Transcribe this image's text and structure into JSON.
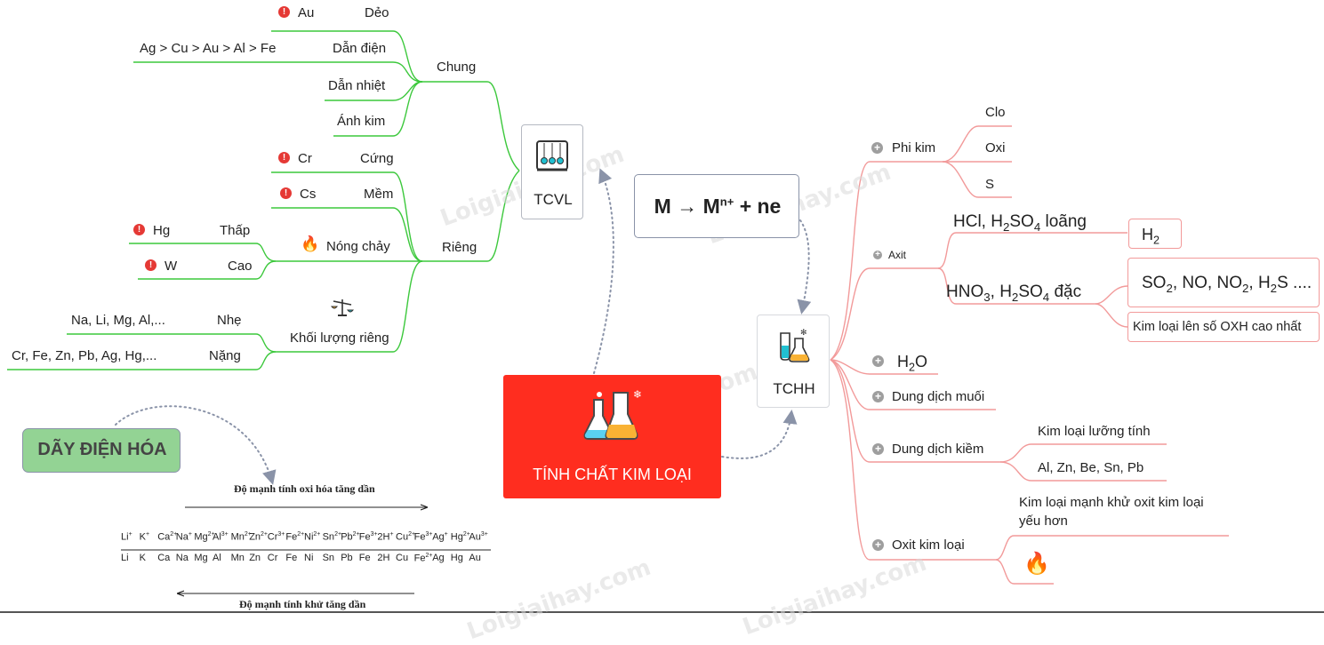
{
  "root": {
    "label": "TÍNH CHẤT KIM LOẠI",
    "color": "#ff2d1f",
    "icon": "lab-flask-icon"
  },
  "equation": {
    "lhs": "M",
    "arrow": "→",
    "ion_base": "M",
    "ion_charge": "n+",
    "rhs": "+ ne"
  },
  "tcvl": {
    "label": "TCVL",
    "chung": {
      "label": "Chung",
      "items": {
        "deo": {
          "label": "Dẻo",
          "note": "Au"
        },
        "dan_dien": {
          "label": "Dẫn điện",
          "note": "Ag > Cu > Au > Al > Fe"
        },
        "dan_nhiet": {
          "label": "Dẫn nhiệt"
        },
        "anh_kim": {
          "label": "Ánh kim"
        }
      }
    },
    "rieng": {
      "label": "Riêng",
      "cung": {
        "label": "Cứng",
        "note": "Cr"
      },
      "mem": {
        "label": "Mềm",
        "note": "Cs"
      },
      "nong_chay": {
        "label": "Nóng chảy",
        "thap": {
          "label": "Thấp",
          "note": "Hg"
        },
        "cao": {
          "label": "Cao",
          "note": "W"
        }
      },
      "khoi_luong": {
        "label": "Khối lượng riêng",
        "nhe": {
          "label": "Nhẹ",
          "note": "Na, Li, Mg, Al,..."
        },
        "nang": {
          "label": "Nặng",
          "note": "Cr, Fe, Zn, Pb, Ag, Hg,..."
        }
      }
    }
  },
  "tchh": {
    "label": "TCHH",
    "phi_kim": {
      "label": "Phi kim",
      "children": [
        "Clo",
        "Oxi",
        "S"
      ]
    },
    "axit": {
      "label": "Axit",
      "loang": {
        "prefix": "HCl, H",
        "sub1": "2",
        "mid": "SO",
        "sub2": "4",
        "suffix": " loãng"
      },
      "loang_result": {
        "base": "H",
        "sub": "2"
      },
      "dac": {
        "p1": "HNO",
        "s1": "3",
        "p2": ", H",
        "s2": "2",
        "p3": "SO",
        "s3": "4",
        "p4": " đặc"
      },
      "dac_products": {
        "a": "SO",
        "as": "2",
        "b": ", NO, NO",
        "bs": "2",
        "c": ", H",
        "cs": "2",
        "d": "S ...."
      },
      "dac_note": "Kim loại lên số OXH cao nhất"
    },
    "h2o": {
      "base": "H",
      "sub": "2",
      "tail": "O"
    },
    "muoi": {
      "label": "Dung dịch muối"
    },
    "kiem": {
      "label": "Dung dịch kiềm",
      "children": [
        "Kim loại lưỡng tính",
        "Al, Zn, Be, Sn, Pb"
      ]
    },
    "oxit": {
      "label": "Oxit kim loại",
      "note_line1": "Kim loại mạnh khử  oxit kim loại",
      "note_line2": "yếu hơn"
    }
  },
  "day_dien_hoa": {
    "label": "DÃY ĐIỆN HÓA",
    "color": "#93d394",
    "top_caption": "Độ mạnh tính oxi hóa tăng dần",
    "bottom_caption": "Độ mạnh tính khử tăng dần",
    "ions": [
      {
        "e": "Li",
        "c": "+"
      },
      {
        "e": "K",
        "c": "+"
      },
      {
        "e": "Ca",
        "c": "2+"
      },
      {
        "e": "Na",
        "c": "+"
      },
      {
        "e": "Mg",
        "c": "2+"
      },
      {
        "e": "Al",
        "c": "3+"
      },
      {
        "e": "Mn",
        "c": "2+"
      },
      {
        "e": "Zn",
        "c": "2+"
      },
      {
        "e": "Cr",
        "c": "3+"
      },
      {
        "e": "Fe",
        "c": "2+"
      },
      {
        "e": "Ni",
        "c": "2+"
      },
      {
        "e": "Sn",
        "c": "2+"
      },
      {
        "e": "Pb",
        "c": "2+"
      },
      {
        "e": "Fe",
        "c": "3+"
      },
      {
        "e": "2H",
        "c": "+"
      },
      {
        "e": "Cu",
        "c": "2+"
      },
      {
        "e": "Fe",
        "c": "3+"
      },
      {
        "e": "Ag",
        "c": "+"
      },
      {
        "e": "Hg",
        "c": "2+"
      },
      {
        "e": "Au",
        "c": "3+"
      }
    ],
    "atoms": [
      {
        "e": "Li"
      },
      {
        "e": "K"
      },
      {
        "e": "Ca"
      },
      {
        "e": "Na"
      },
      {
        "e": "Mg"
      },
      {
        "e": "Al"
      },
      {
        "e": "Mn"
      },
      {
        "e": "Zn"
      },
      {
        "e": "Cr"
      },
      {
        "e": "Fe"
      },
      {
        "e": "Ni"
      },
      {
        "e": "Sn"
      },
      {
        "e": "Pb"
      },
      {
        "e": "Fe"
      },
      {
        "e": "2H"
      },
      {
        "e": "Cu"
      },
      {
        "e": "Fe",
        "c": "2+"
      },
      {
        "e": "Ag"
      },
      {
        "e": "Hg"
      },
      {
        "e": "Au"
      }
    ]
  },
  "watermark": "Loigiaihay.com",
  "colors": {
    "tcvl_branch": "#3cc83c",
    "tchh_branch": "#f29a9a",
    "connector": "#8a93a8"
  }
}
